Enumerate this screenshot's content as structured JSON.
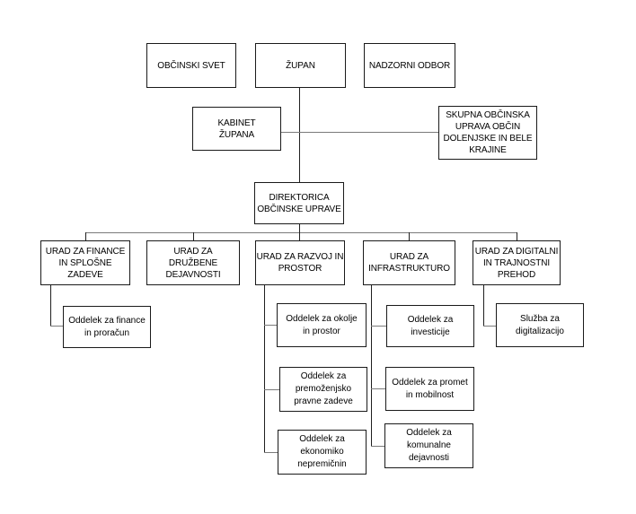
{
  "diagram": {
    "type": "org-chart",
    "background_color": "#ffffff",
    "box_border_color": "#1a1a1a",
    "connector_color": "#7a7a7a",
    "text_color": "#000000",
    "nodes": {
      "obcinski_svet": {
        "label": "OBČINSKI SVET"
      },
      "zupan": {
        "label": "ŽUPAN"
      },
      "nadzorni_odbor": {
        "label": "NADZORNI ODBOR"
      },
      "kabinet_zupana": {
        "label": "KABINET\nŽUPANA"
      },
      "skupna_uprava": {
        "label": "SKUPNA OBČINSKA\nUPRAVA OBČIN\nDOLENJSKE IN BELE\nKRAJINE"
      },
      "direktorica": {
        "label": "DIREKTORICA\nOBČINSKE UPRAVE"
      },
      "urad_finance": {
        "label": "URAD ZA FINANCE\nIN SPLOŠNE\nZADEVE"
      },
      "urad_druzbene": {
        "label": "URAD ZA\nDRUŽBENE\nDEJAVNOSTI"
      },
      "urad_razvoj": {
        "label": "URAD ZA RAZVOJ IN\nPROSTOR"
      },
      "urad_infrastruktura": {
        "label": "URAD ZA\nINFRASTRUKTURO"
      },
      "urad_digitalni": {
        "label": "URAD ZA DIGITALNI\nIN TRAJNOSTNI\nPREHOD"
      },
      "oddelek_finance": {
        "label": "Oddelek za finance\nin proračun"
      },
      "oddelek_okolje": {
        "label": "Oddelek za okolje\nin prostor"
      },
      "oddelek_premozenjsko": {
        "label": "Oddelek za\npremoženjsko\npravne zadeve"
      },
      "oddelek_ekonomiko": {
        "label": "Oddelek za\nekonomiko\nnepremičnin"
      },
      "oddelek_investicije": {
        "label": "Oddelek za\ninvesticije"
      },
      "oddelek_promet": {
        "label": "Oddelek za promet\nin mobilnost"
      },
      "oddelek_komunalne": {
        "label": "Oddelek za\nkomunalne\ndejavnosti"
      },
      "sluzba_digitalizacija": {
        "label": "Služba za\ndigitalizacijo"
      }
    },
    "edges": [
      {
        "from": "zupan",
        "to": "kabinet_zupana"
      },
      {
        "from": "zupan",
        "to": "skupna_uprava"
      },
      {
        "from": "zupan",
        "to": "direktorica"
      },
      {
        "from": "direktorica",
        "to": "urad_finance"
      },
      {
        "from": "direktorica",
        "to": "urad_druzbene"
      },
      {
        "from": "direktorica",
        "to": "urad_razvoj"
      },
      {
        "from": "direktorica",
        "to": "urad_infrastruktura"
      },
      {
        "from": "direktorica",
        "to": "urad_digitalni"
      },
      {
        "from": "urad_finance",
        "to": "oddelek_finance"
      },
      {
        "from": "urad_razvoj",
        "to": "oddelek_okolje"
      },
      {
        "from": "urad_razvoj",
        "to": "oddelek_premozenjsko"
      },
      {
        "from": "urad_razvoj",
        "to": "oddelek_ekonomiko"
      },
      {
        "from": "urad_infrastruktura",
        "to": "oddelek_investicije"
      },
      {
        "from": "urad_infrastruktura",
        "to": "oddelek_promet"
      },
      {
        "from": "urad_infrastruktura",
        "to": "oddelek_komunalne"
      },
      {
        "from": "urad_digitalni",
        "to": "sluzba_digitalizacija"
      }
    ]
  }
}
